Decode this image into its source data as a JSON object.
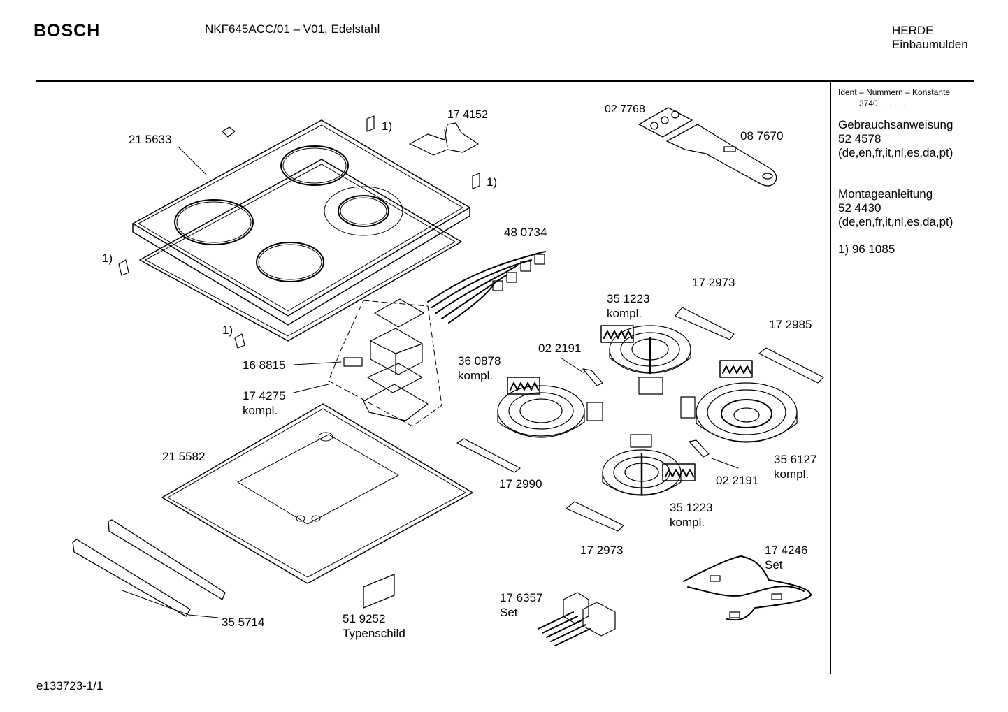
{
  "header": {
    "brand": "BOSCH",
    "model": "NKF645ACC/01 – V01, Edelstahl",
    "category_line1": "HERDE",
    "category_line2": "Einbaumulden"
  },
  "sidebar": {
    "ident_title": "Ident – Nummern – Konstante",
    "ident_value": "3740 . . . . . .",
    "manual_title": "Gebrauchsanweisung",
    "manual_number": "52 4578",
    "manual_langs": "(de,en,fr,it,nl,es,da,pt)",
    "mount_title": "Montageanleitung",
    "mount_number": "52 4430",
    "mount_langs": "(de,en,fr,it,nl,es,da,pt)",
    "footnote": "1)  96 1085"
  },
  "labels": {
    "p215633": "21 5633",
    "p174152": "17 4152",
    "fn_a": "1)",
    "fn_b": "1)",
    "fn_c": "1)",
    "fn_d": "1)",
    "p027768": "02 7768",
    "p087670": "08 7670",
    "p480734": "48 0734",
    "p172973a": "17 2973",
    "p351223a": "35 1223",
    "p351223a_k": "kompl.",
    "p172985": "17 2985",
    "p022191a": "02 2191",
    "p360878": "36 0878",
    "p360878_k": "kompl.",
    "p168815": "16 8815",
    "p174275": "17 4275",
    "p174275_k": "kompl.",
    "p215582": "21 5582",
    "p172990": "17 2990",
    "p022191b": "02 2191",
    "p356127": "35 6127",
    "p356127_k": "kompl.",
    "p351223b": "35 1223",
    "p351223b_k": "kompl.",
    "p172973b": "17 2973",
    "p174246": "17 4246",
    "p174246_s": "Set",
    "p176357": "17 6357",
    "p176357_s": "Set",
    "p355714": "35 5714",
    "p519252": "51 9252",
    "p519252_t": "Typenschild"
  },
  "footer": {
    "code": "e133723-1/1"
  }
}
